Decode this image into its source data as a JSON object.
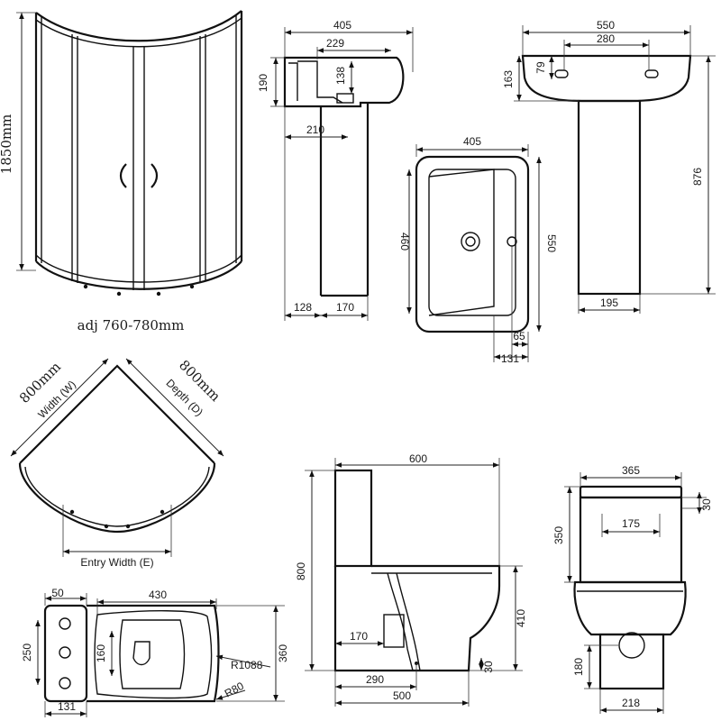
{
  "shower_front": {
    "height_label": "1850mm",
    "width_label": "adj 760-780mm"
  },
  "shower_plan": {
    "width_label": "800mm",
    "width_caption": "Width (W)",
    "depth_label": "800mm",
    "depth_caption": "Depth (D)",
    "entry_caption": "Entry Width (E)"
  },
  "basin_side": {
    "overall_width": "405",
    "bowl_depth": "229",
    "height_190": "190",
    "height_138": "138",
    "dim_210": "210",
    "base_128": "128",
    "base_170": "170"
  },
  "basin_plan": {
    "width": "405",
    "depth_460": "460",
    "depth_550": "550",
    "dim_65": "65",
    "dim_131": "131"
  },
  "basin_front": {
    "width": "550",
    "tap_spacing": "280",
    "dim_79": "79",
    "dim_163": "163",
    "height": "876",
    "pedestal_width": "195"
  },
  "wc_plan": {
    "dim_50": "50",
    "dim_430": "430",
    "dim_250": "250",
    "dim_160": "160",
    "dim_360": "360",
    "radius_1088": "R1088",
    "radius_80": "R80",
    "dim_131": "131"
  },
  "wc_side": {
    "overall_depth": "600",
    "overall_height": "800",
    "pan_height": "410",
    "dim_170": "170",
    "dim_290": "290",
    "dim_30": "30",
    "base_depth": "500"
  },
  "wc_front": {
    "cistern_width": "365",
    "dim_30": "30",
    "dim_175": "175",
    "cistern_height": "350",
    "outlet_height": "180",
    "base_width": "218"
  }
}
